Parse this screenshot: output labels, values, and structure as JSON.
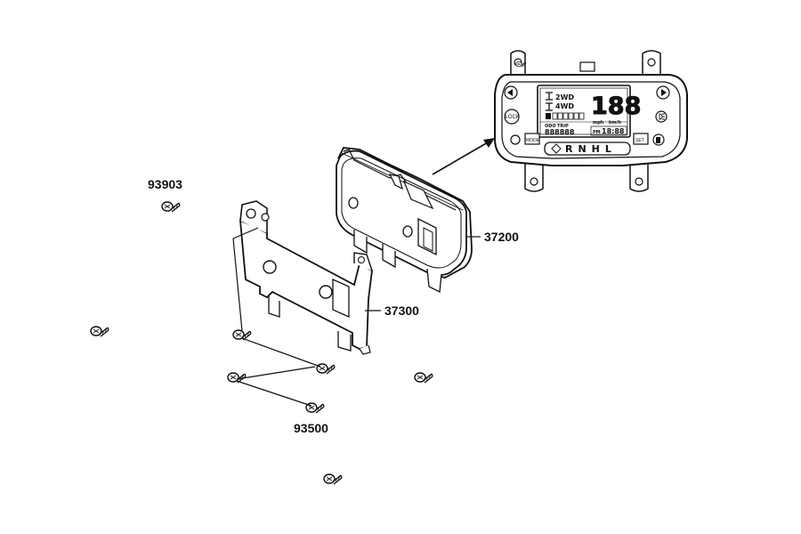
{
  "parts": {
    "screw_top": "93903",
    "cluster": "37200",
    "bracket": "37300",
    "screws_bottom": "93500"
  },
  "display": {
    "drive_2wd": "2WD",
    "drive_4wd": "4WD",
    "digits": "188",
    "speed_unit_mph": "mph",
    "speed_unit_kmh": "km/h",
    "odo_label": "ODO",
    "trip_label": "TRIP",
    "odo_digits": "888888",
    "time_prefix": "PM",
    "time": "18:88",
    "gear_letters": "RNHL",
    "lock_label": "LOCK",
    "mode_label": "MODE",
    "set_label": "SET"
  },
  "icons": [
    "arrow-left-icon",
    "arrow-right-icon",
    "headlight-icon",
    "fuel-icon",
    "lock-icon",
    "gear-indicator-icon",
    "screw-icon"
  ]
}
